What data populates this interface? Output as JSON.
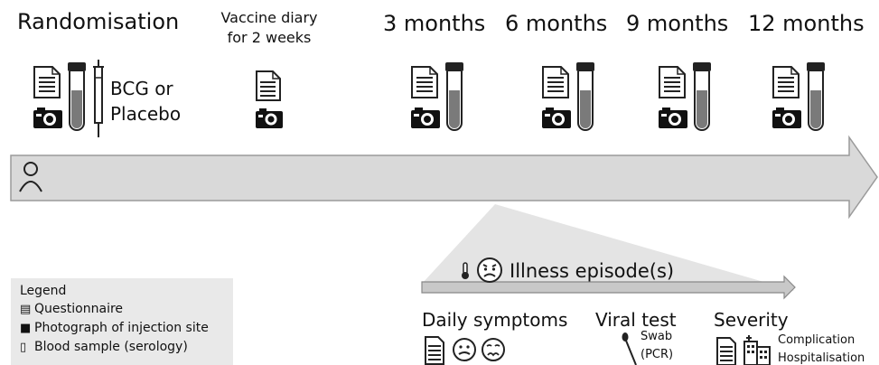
{
  "timepoints": {
    "randomisation": "Randomisation",
    "diary_line1": "Vaccine diary",
    "diary_line2": "for 2 weeks",
    "m3": "3 months",
    "m6": "6 months",
    "m9": "9 months",
    "m12": "12 months"
  },
  "intervention": {
    "line1": "BCG or",
    "line2": "Placebo"
  },
  "illness": {
    "label": "Illness episode(s)",
    "daily_symptoms": "Daily symptoms",
    "viral_test": "Viral test",
    "swab": "Swab",
    "pcr": "(PCR)",
    "severity": "Severity",
    "complication": "Complication",
    "hospitalisation": "Hospitalisation"
  },
  "legend": {
    "title": "Legend",
    "items": [
      {
        "icon": "questionnaire-icon",
        "label": "Questionnaire"
      },
      {
        "icon": "camera-icon",
        "label": "Photograph of injection site"
      },
      {
        "icon": "blood-tube-icon",
        "label": "Blood sample (serology)"
      }
    ]
  },
  "colors": {
    "arrow_fill": "#d9d9d9",
    "arrow_stroke": "#9a9a9a",
    "legend_bg": "#e9e9e9",
    "wedge_fill": "#e4e4e4"
  }
}
